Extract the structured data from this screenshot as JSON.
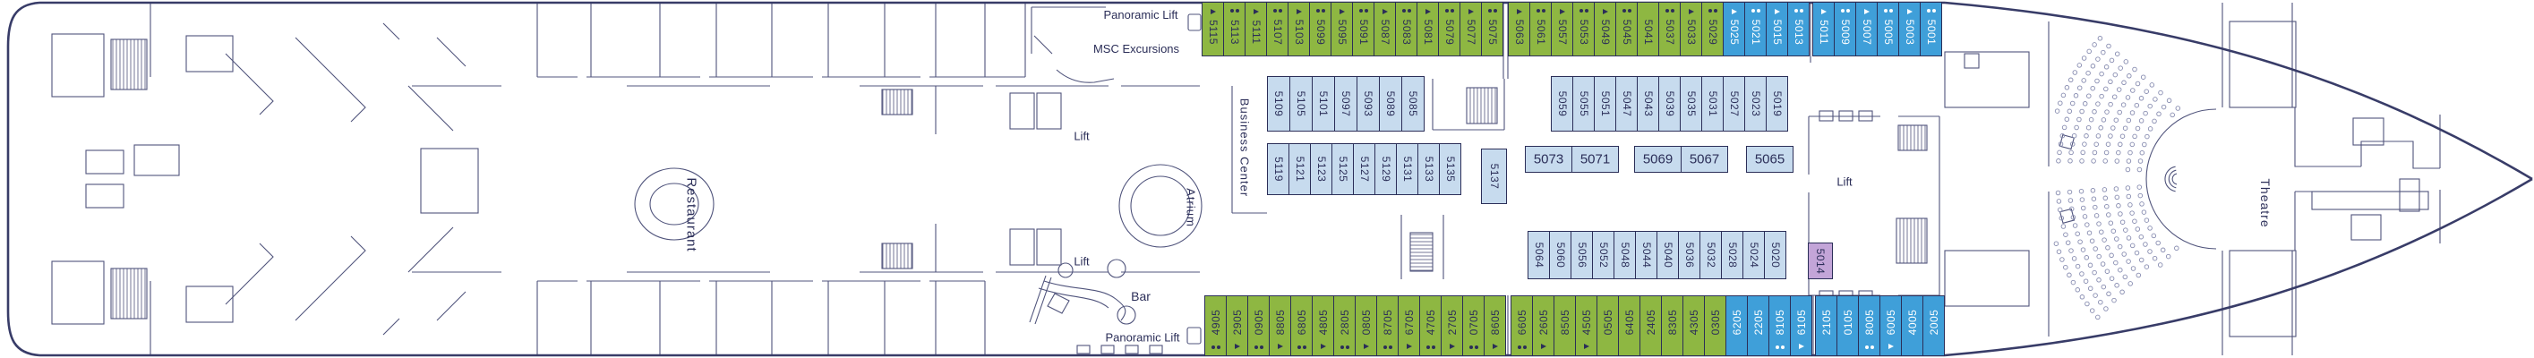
{
  "deck_plan": {
    "labels": {
      "panoramic_lift_top": "Panoramic Lift",
      "msc_excursions": "MSC Excursions",
      "restaurant": "Restaurant",
      "lift_upper": "Lift",
      "lift_lower": "Lift",
      "lift_right": "Lift",
      "atrium": "Atrium",
      "business_center": "Business Center",
      "bar": "Bar",
      "panoramic_lift_bottom": "Panoramic Lift",
      "theatre": "Theatre"
    },
    "colors": {
      "green_cabin": "#8eb742",
      "blue_cabin": "#3f9fd9",
      "pale_cabin": "#c7dbee",
      "purple_cabin": "#c3a5d8",
      "wall": "#50547c",
      "hull": "#383c68",
      "text": "#2b2e58"
    },
    "icon_glyphs": {
      "tri": "triangle-right",
      "dots": "two-dots"
    }
  },
  "cabin_rows": [
    {
      "id": "top-outer",
      "cabins": [
        {
          "n": "5115",
          "c": "green",
          "i": "tri"
        },
        {
          "n": "5113",
          "c": "green",
          "i": "dots"
        },
        {
          "n": "5111",
          "c": "green",
          "i": "tri"
        },
        {
          "n": "5107",
          "c": "green",
          "i": "dots"
        },
        {
          "n": "5103",
          "c": "green",
          "i": "tri"
        },
        {
          "n": "5099",
          "c": "green",
          "i": "dots"
        },
        {
          "n": "5095",
          "c": "green",
          "i": "tri"
        },
        {
          "n": "5091",
          "c": "green",
          "i": "dots"
        },
        {
          "n": "5087",
          "c": "green",
          "i": "tri"
        },
        {
          "n": "5083",
          "c": "green",
          "i": "dots"
        },
        {
          "n": "5081",
          "c": "green",
          "i": "tri"
        },
        {
          "n": "5079",
          "c": "green",
          "i": "dots"
        },
        {
          "n": "5077",
          "c": "green",
          "i": "tri"
        },
        {
          "n": "5075",
          "c": "green",
          "i": "dots"
        },
        {
          "n": "5063",
          "c": "green",
          "i": "tri"
        },
        {
          "n": "5061",
          "c": "green",
          "i": "dots"
        },
        {
          "n": "5057",
          "c": "green",
          "i": "tri"
        },
        {
          "n": "5053",
          "c": "green",
          "i": "dots"
        },
        {
          "n": "5049",
          "c": "green",
          "i": "tri"
        },
        {
          "n": "5045",
          "c": "green",
          "i": "dots"
        },
        {
          "n": "5041",
          "c": "green",
          "i": null
        },
        {
          "n": "5037",
          "c": "green",
          "i": "dots"
        },
        {
          "n": "5033",
          "c": "green",
          "i": "tri"
        },
        {
          "n": "5029",
          "c": "green",
          "i": "dots"
        },
        {
          "n": "5025",
          "c": "blue",
          "i": "tri"
        },
        {
          "n": "5021",
          "c": "blue",
          "i": "dots"
        },
        {
          "n": "5015",
          "c": "blue",
          "i": "tri"
        },
        {
          "n": "5013",
          "c": "blue",
          "i": "dots"
        },
        {
          "n": "5011",
          "c": "blue",
          "i": "tri"
        },
        {
          "n": "5009",
          "c": "blue",
          "i": "dots"
        },
        {
          "n": "5007",
          "c": "blue",
          "i": "tri"
        },
        {
          "n": "5005",
          "c": "blue",
          "i": "dots"
        },
        {
          "n": "5003",
          "c": "blue",
          "i": "tri"
        },
        {
          "n": "5001",
          "c": "blue",
          "i": "dots"
        }
      ]
    },
    {
      "id": "row-a-left",
      "cabins": [
        {
          "n": "5109",
          "c": "pale",
          "i": null
        },
        {
          "n": "5105",
          "c": "pale",
          "i": null
        },
        {
          "n": "5101",
          "c": "pale",
          "i": null
        },
        {
          "n": "5097",
          "c": "pale",
          "i": null
        },
        {
          "n": "5093",
          "c": "pale",
          "i": null
        },
        {
          "n": "5089",
          "c": "pale",
          "i": null
        },
        {
          "n": "5085",
          "c": "pale",
          "i": null
        }
      ]
    },
    {
      "id": "row-a-right",
      "cabins": [
        {
          "n": "5059",
          "c": "pale",
          "i": null
        },
        {
          "n": "5055",
          "c": "pale",
          "i": null
        },
        {
          "n": "5051",
          "c": "pale",
          "i": null
        },
        {
          "n": "5047",
          "c": "pale",
          "i": null
        },
        {
          "n": "5043",
          "c": "pale",
          "i": null
        },
        {
          "n": "5039",
          "c": "pale",
          "i": null
        },
        {
          "n": "5035",
          "c": "pale",
          "i": null
        },
        {
          "n": "5031",
          "c": "pale",
          "i": null
        },
        {
          "n": "5027",
          "c": "pale",
          "i": null
        },
        {
          "n": "5023",
          "c": "pale",
          "i": null
        },
        {
          "n": "5019",
          "c": "pale",
          "i": null
        }
      ]
    },
    {
      "id": "row-b",
      "cabins": [
        {
          "n": "5119",
          "c": "pale",
          "i": null
        },
        {
          "n": "5121",
          "c": "pale",
          "i": null
        },
        {
          "n": "5123",
          "c": "pale",
          "i": null
        },
        {
          "n": "5125",
          "c": "pale",
          "i": null
        },
        {
          "n": "5127",
          "c": "pale",
          "i": null
        },
        {
          "n": "5129",
          "c": "pale",
          "i": null
        },
        {
          "n": "5131",
          "c": "pale",
          "i": null
        },
        {
          "n": "5133",
          "c": "pale",
          "i": null
        },
        {
          "n": "5135",
          "c": "pale",
          "i": null
        }
      ]
    },
    {
      "id": "cabin-5137",
      "cabins": [
        {
          "n": "5137",
          "c": "pale",
          "i": null
        }
      ]
    },
    {
      "id": "mid-labeled",
      "cabins": [
        {
          "n": "5073",
          "c": "pale",
          "i": null
        },
        {
          "n": "5071",
          "c": "pale",
          "i": null
        },
        {
          "n": "5069",
          "c": "pale",
          "i": null
        },
        {
          "n": "5067",
          "c": "pale",
          "i": null
        },
        {
          "n": "5065",
          "c": "pale",
          "i": null
        }
      ]
    },
    {
      "id": "row-c",
      "cabins": [
        {
          "n": "5064",
          "c": "pale",
          "i": null
        },
        {
          "n": "5060",
          "c": "pale",
          "i": null
        },
        {
          "n": "5056",
          "c": "pale",
          "i": null
        },
        {
          "n": "5052",
          "c": "pale",
          "i": null
        },
        {
          "n": "5048",
          "c": "pale",
          "i": null
        },
        {
          "n": "5044",
          "c": "pale",
          "i": null
        },
        {
          "n": "5040",
          "c": "pale",
          "i": null
        },
        {
          "n": "5036",
          "c": "pale",
          "i": null
        },
        {
          "n": "5032",
          "c": "pale",
          "i": null
        },
        {
          "n": "5028",
          "c": "pale",
          "i": null
        },
        {
          "n": "5024",
          "c": "pale",
          "i": null
        },
        {
          "n": "5020",
          "c": "pale",
          "i": null
        }
      ]
    },
    {
      "id": "cabin-5014",
      "cabins": [
        {
          "n": "5014",
          "c": "purple",
          "i": null
        }
      ]
    },
    {
      "id": "bottom-outer",
      "cabins": [
        {
          "n": "5094",
          "c": "green",
          "i": "dots"
        },
        {
          "n": "5092",
          "c": "green",
          "i": "tri"
        },
        {
          "n": "5090",
          "c": "green",
          "i": "dots"
        },
        {
          "n": "5088",
          "c": "green",
          "i": "tri"
        },
        {
          "n": "5086",
          "c": "green",
          "i": "dots"
        },
        {
          "n": "5084",
          "c": "green",
          "i": "tri"
        },
        {
          "n": "5082",
          "c": "green",
          "i": "dots"
        },
        {
          "n": "5080",
          "c": "green",
          "i": "tri"
        },
        {
          "n": "5078",
          "c": "green",
          "i": "dots"
        },
        {
          "n": "5076",
          "c": "green",
          "i": "tri"
        },
        {
          "n": "5074",
          "c": "green",
          "i": "dots"
        },
        {
          "n": "5072",
          "c": "green",
          "i": "tri"
        },
        {
          "n": "5070",
          "c": "green",
          "i": "dots"
        },
        {
          "n": "5068",
          "c": "green",
          "i": "tri"
        },
        {
          "n": "5066",
          "c": "green",
          "i": "dots"
        },
        {
          "n": "5062",
          "c": "green",
          "i": "tri"
        },
        {
          "n": "5058",
          "c": "green",
          "i": null
        },
        {
          "n": "5054",
          "c": "green",
          "i": "tri"
        },
        {
          "n": "5050",
          "c": "green",
          "i": null
        },
        {
          "n": "5046",
          "c": "green",
          "i": null
        },
        {
          "n": "5042",
          "c": "green",
          "i": null
        },
        {
          "n": "5038",
          "c": "green",
          "i": null
        },
        {
          "n": "5034",
          "c": "green",
          "i": null
        },
        {
          "n": "5030",
          "c": "green",
          "i": null
        },
        {
          "n": "5026",
          "c": "blue",
          "i": null
        },
        {
          "n": "5022",
          "c": "blue",
          "i": null
        },
        {
          "n": "5018",
          "c": "blue",
          "i": "dots"
        },
        {
          "n": "5016",
          "c": "blue",
          "i": "tri"
        },
        {
          "n": "5012",
          "c": "blue",
          "i": null
        },
        {
          "n": "5010",
          "c": "blue",
          "i": null
        },
        {
          "n": "5008",
          "c": "blue",
          "i": "dots"
        },
        {
          "n": "5006",
          "c": "blue",
          "i": "tri"
        },
        {
          "n": "5004",
          "c": "blue",
          "i": null
        },
        {
          "n": "5002",
          "c": "blue",
          "i": null
        }
      ]
    }
  ]
}
